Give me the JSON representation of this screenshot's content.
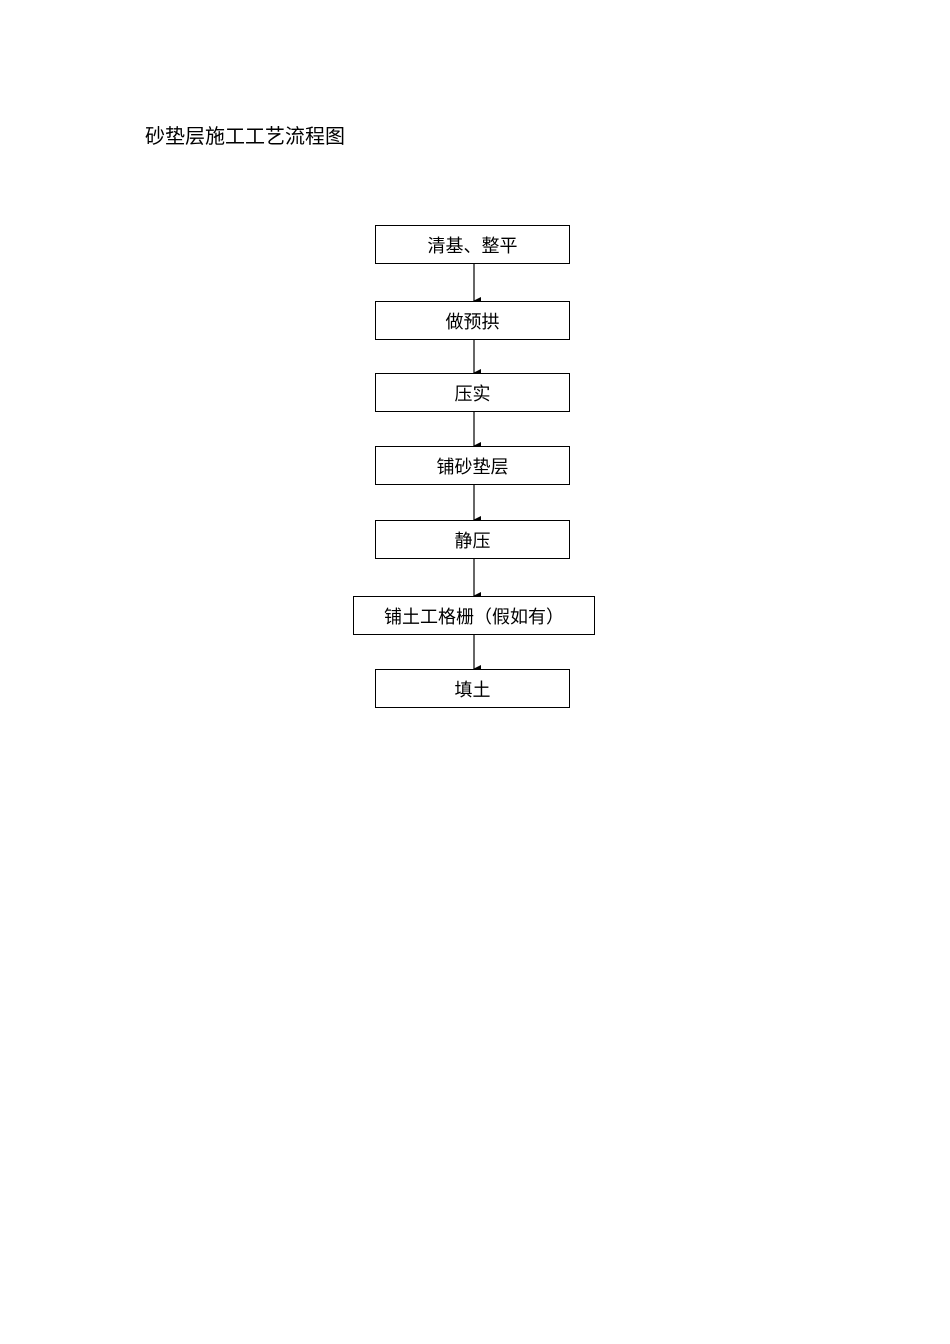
{
  "title": "砂垫层施工工艺流程图",
  "steps": [
    {
      "label": "清基、整平"
    },
    {
      "label": "做预拱"
    },
    {
      "label": "压实"
    },
    {
      "label": "铺砂垫层"
    },
    {
      "label": "静压"
    },
    {
      "label": "铺土工格栅（假如有）"
    },
    {
      "label": "填土"
    }
  ],
  "colors": {
    "stroke": "#000000",
    "background": "#ffffff"
  }
}
